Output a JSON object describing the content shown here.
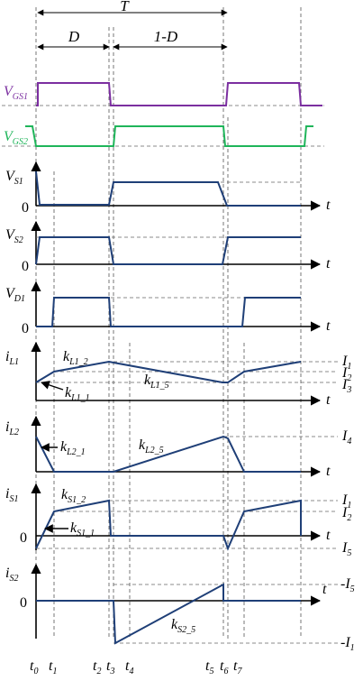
{
  "period": {
    "T": "T",
    "D": "D",
    "one_minus_D": "1-D"
  },
  "gate_labels": [
    {
      "main": "V",
      "sub": "GS1",
      "color": "#7b2fa0"
    },
    {
      "main": "V",
      "sub": "GS2",
      "color": "#1fb55a"
    }
  ],
  "waveform_color": "#1f3f77",
  "panels": {
    "vs1": {
      "main": "V",
      "sub": "S1"
    },
    "vs2": {
      "main": "V",
      "sub": "S2"
    },
    "vd1": {
      "main": "V",
      "sub": "D1"
    },
    "il1": {
      "main": "i",
      "sub": "L1"
    },
    "il2": {
      "main": "i",
      "sub": "L2"
    },
    "is1": {
      "main": "i",
      "sub": "S1"
    },
    "is2": {
      "main": "i",
      "sub": "S2"
    }
  },
  "axis": {
    "zero": "0",
    "t": "t"
  },
  "slope_labels": {
    "kL1_2": {
      "main": "k",
      "sub": "L1_2"
    },
    "kL1_1": {
      "main": "k",
      "sub": "L1_1"
    },
    "kL1_5": {
      "main": "k",
      "sub": "L1_5"
    },
    "kL2_1": {
      "main": "k",
      "sub": "L2_1"
    },
    "kL2_5": {
      "main": "k",
      "sub": "L2_5"
    },
    "kS1_2": {
      "main": "k",
      "sub": "S1_2"
    },
    "kS1_1": {
      "main": "k",
      "sub": "S1_1"
    },
    "kS2_5": {
      "main": "k",
      "sub": "S2_5"
    }
  },
  "levels": {
    "I1": {
      "main": "I",
      "sub": "1"
    },
    "I2": {
      "main": "I",
      "sub": "2"
    },
    "I3": {
      "main": "I",
      "sub": "3"
    },
    "I4": {
      "main": "I",
      "sub": "4"
    },
    "I5": {
      "main": "I",
      "sub": "5"
    },
    "negI5": {
      "main": "-I",
      "sub": "5"
    },
    "negI1": {
      "main": "-I",
      "sub": "1"
    }
  },
  "time_labels": [
    {
      "main": "t",
      "sub": "0"
    },
    {
      "main": "t",
      "sub": "1"
    },
    {
      "main": "t",
      "sub": "2"
    },
    {
      "main": "t",
      "sub": "3"
    },
    {
      "main": "t",
      "sub": "4"
    },
    {
      "main": "t",
      "sub": "5"
    },
    {
      "main": "t",
      "sub": "6"
    },
    {
      "main": "t",
      "sub": "7"
    }
  ]
}
